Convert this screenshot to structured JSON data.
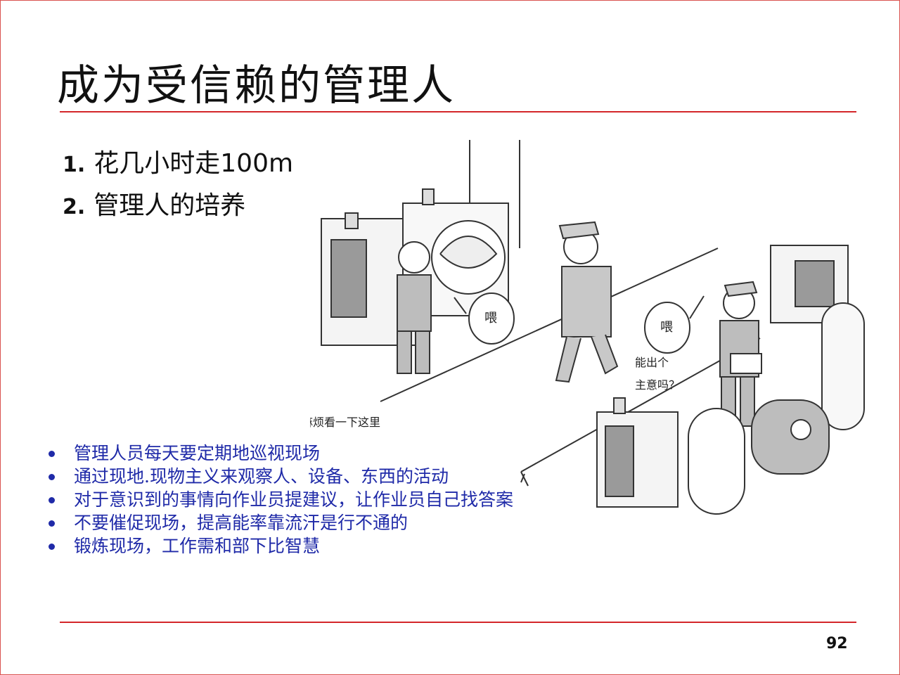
{
  "slide": {
    "title": "成为受信赖的管理人",
    "numbered": [
      {
        "num": "1.",
        "text": "花几小时走100m"
      },
      {
        "num": "2.",
        "text": "管理人的培养"
      }
    ],
    "bullets": [
      "管理人员每天要定期地巡视现场",
      "通过现地.现物主义来观察人、设备、东西的活动",
      "对于意识到的事情向作业员提建议，让作业员自己找答案",
      "不要催促现场，提高能率靠流汗是行不通的",
      "锻炼现场，工作需和部下比智慧"
    ],
    "page_number": "92"
  },
  "illustration": {
    "bubble_left": "喂",
    "bubble_right": "喂",
    "speech_line1": "能出个",
    "speech_line2": "主意吗？",
    "caption": "麻烦看一下这里"
  },
  "colors": {
    "accent_rule": "#d4262a",
    "bullet_text": "#1f2aa8"
  }
}
